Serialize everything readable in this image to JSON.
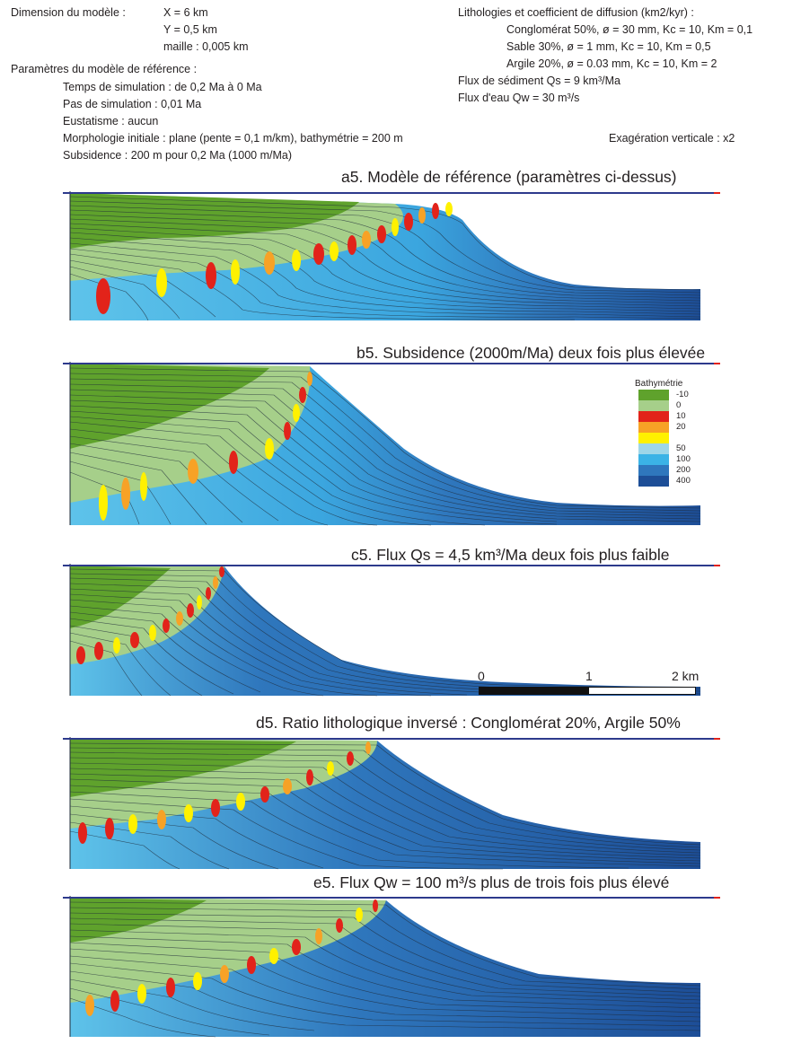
{
  "header": {
    "dimension": {
      "label": "Dimension du modèle :",
      "x": "X = 6 km",
      "y": "Y = 0,5 km",
      "maille": "maille : 0,005 km"
    },
    "reference": {
      "title": "Paramètres du modèle de référence :",
      "temps": "Temps de simulation : de 0,2 Ma à 0 Ma",
      "pas": "Pas de simulation : 0,01 Ma",
      "eustatisme": "Eustatisme :  aucun",
      "morphologie": "Morphologie initiale : plane (pente = 0,1 m/km), bathymétrie = 200 m",
      "subsidence": "Subsidence : 200 m pour 0,2 Ma (1000 m/Ma)"
    },
    "lithologies": {
      "title": "Lithologies et coefficient de diffusion (km2/kyr) :",
      "conglomerat": "Conglomérat 50%,  ø = 30 mm, Kc = 10, Km = 0,1",
      "sable": "Sable 30%,  ø = 1 mm, Kc = 10, Km = 0,5",
      "argile": "Argile 20%,  ø = 0.03 mm, Kc = 10, Km = 2",
      "flux_sediment": "Flux de sédiment Qs = 9 km³/Ma",
      "flux_eau": "Flux d'eau Qw = 30 m³/s"
    },
    "exaggeration": "Exagération verticale : x2"
  },
  "panels": [
    {
      "title": "a5. Modèle de référence (paramètres ci-dessus)"
    },
    {
      "title": "b5. Subsidence (2000m/Ma) deux fois plus élevée"
    },
    {
      "title": "c5. Flux Qs = 4,5 km³/Ma deux fois plus faible"
    },
    {
      "title": "d5. Ratio lithologique inversé : Conglomérat 20%, Argile 50%"
    },
    {
      "title": "e5. Flux Qw = 100 m³/s plus de trois fois plus élevé"
    }
  ],
  "legend": {
    "title": "Bathymétrie",
    "items": [
      {
        "value": "-10",
        "color": "#5fa22c"
      },
      {
        "value": "0",
        "color": "#a6cf8a"
      },
      {
        "value": "10",
        "color": "#e2231a"
      },
      {
        "value": "20",
        "color": "#f7a226"
      },
      {
        "value": "",
        "color": "#fff100"
      },
      {
        "value": "50",
        "color": "#9ed6e8"
      },
      {
        "value": "100",
        "color": "#3bb3e6"
      },
      {
        "value": "200",
        "color": "#2f77bd"
      },
      {
        "value": "400",
        "color": "#1d4e97"
      }
    ]
  },
  "scale_bar": {
    "labels": [
      "0",
      "1",
      "2 km"
    ]
  },
  "colors": {
    "sea_level": "#2d3a8c",
    "marker": "#e2231a",
    "green_dark": "#5fa22c",
    "green_light": "#a6cf8a",
    "cyan": "#5ec3ea",
    "blue": "#2f77bd",
    "deep_blue": "#1d4e97"
  }
}
